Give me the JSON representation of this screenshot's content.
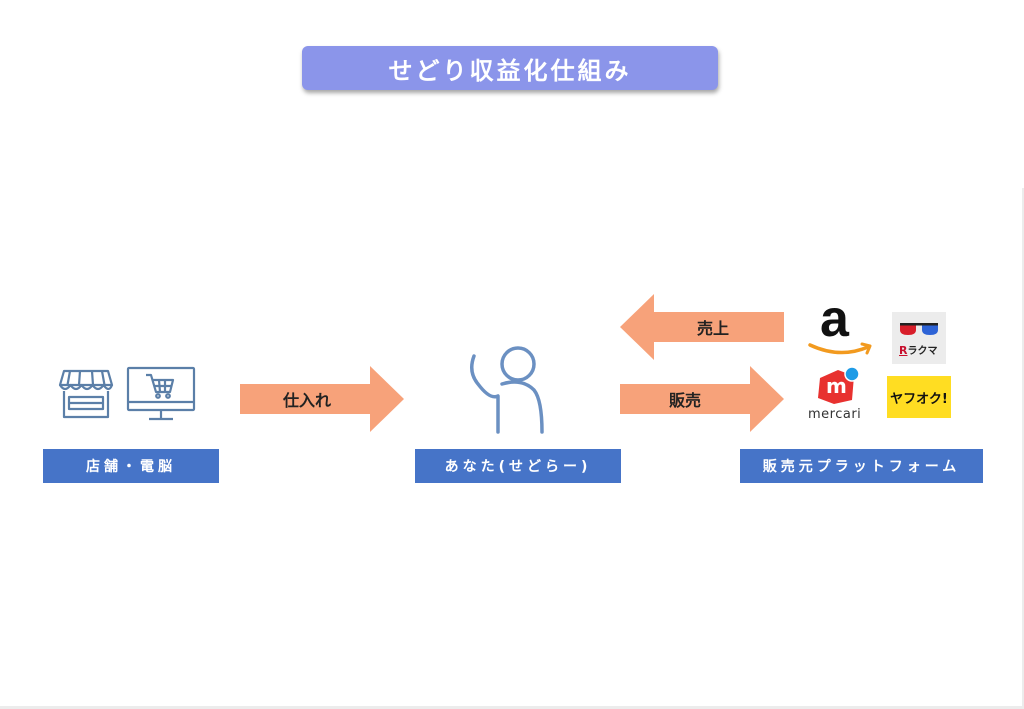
{
  "title": "せどり収益化仕組み",
  "nodes": {
    "store": {
      "label": "店舗・電脳"
    },
    "you": {
      "label": "あなた(せどらー)"
    },
    "platform": {
      "label": "販売元プラットフォーム"
    }
  },
  "arrows": {
    "purchase": "仕入れ",
    "sell": "販売",
    "sales": "売上"
  },
  "logos": {
    "amazon": "a",
    "rakuma": "ラクマ",
    "rakuma_r": "R",
    "mercari": "mercari",
    "mercari_m": "m",
    "yafuoku": "ヤフオク!"
  },
  "colors": {
    "title_bg": "#8b95ea",
    "label_bg": "#4674c8",
    "arrow": "#f7a27a",
    "icon": "#5b7fa8",
    "person": "#6b90c2"
  }
}
